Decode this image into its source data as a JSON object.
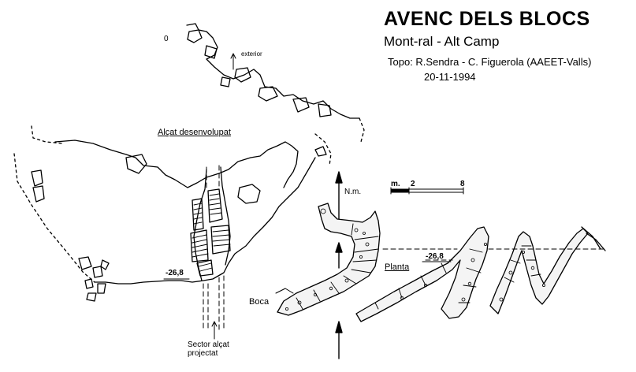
{
  "header": {
    "title": "AVENC DELS BLOCS",
    "location": "Mont-ral  - Alt Camp",
    "topo": "Topo: R.Sendra - C. Figuerola (AAEET-Valls)",
    "date": "20-11-1994"
  },
  "elevation": {
    "label": "Alçat desenvolupat",
    "zero": "0",
    "exterior": "exterior",
    "depth": "-26,8",
    "sector_line1": "Sector alçat",
    "sector_line2": "projectat"
  },
  "plan": {
    "label": "Planta",
    "north": "N.m.",
    "depth": "-26,8",
    "entrance": "Boca",
    "scale_unit": "m.",
    "scale_mid": "2",
    "scale_end": "8"
  }
}
